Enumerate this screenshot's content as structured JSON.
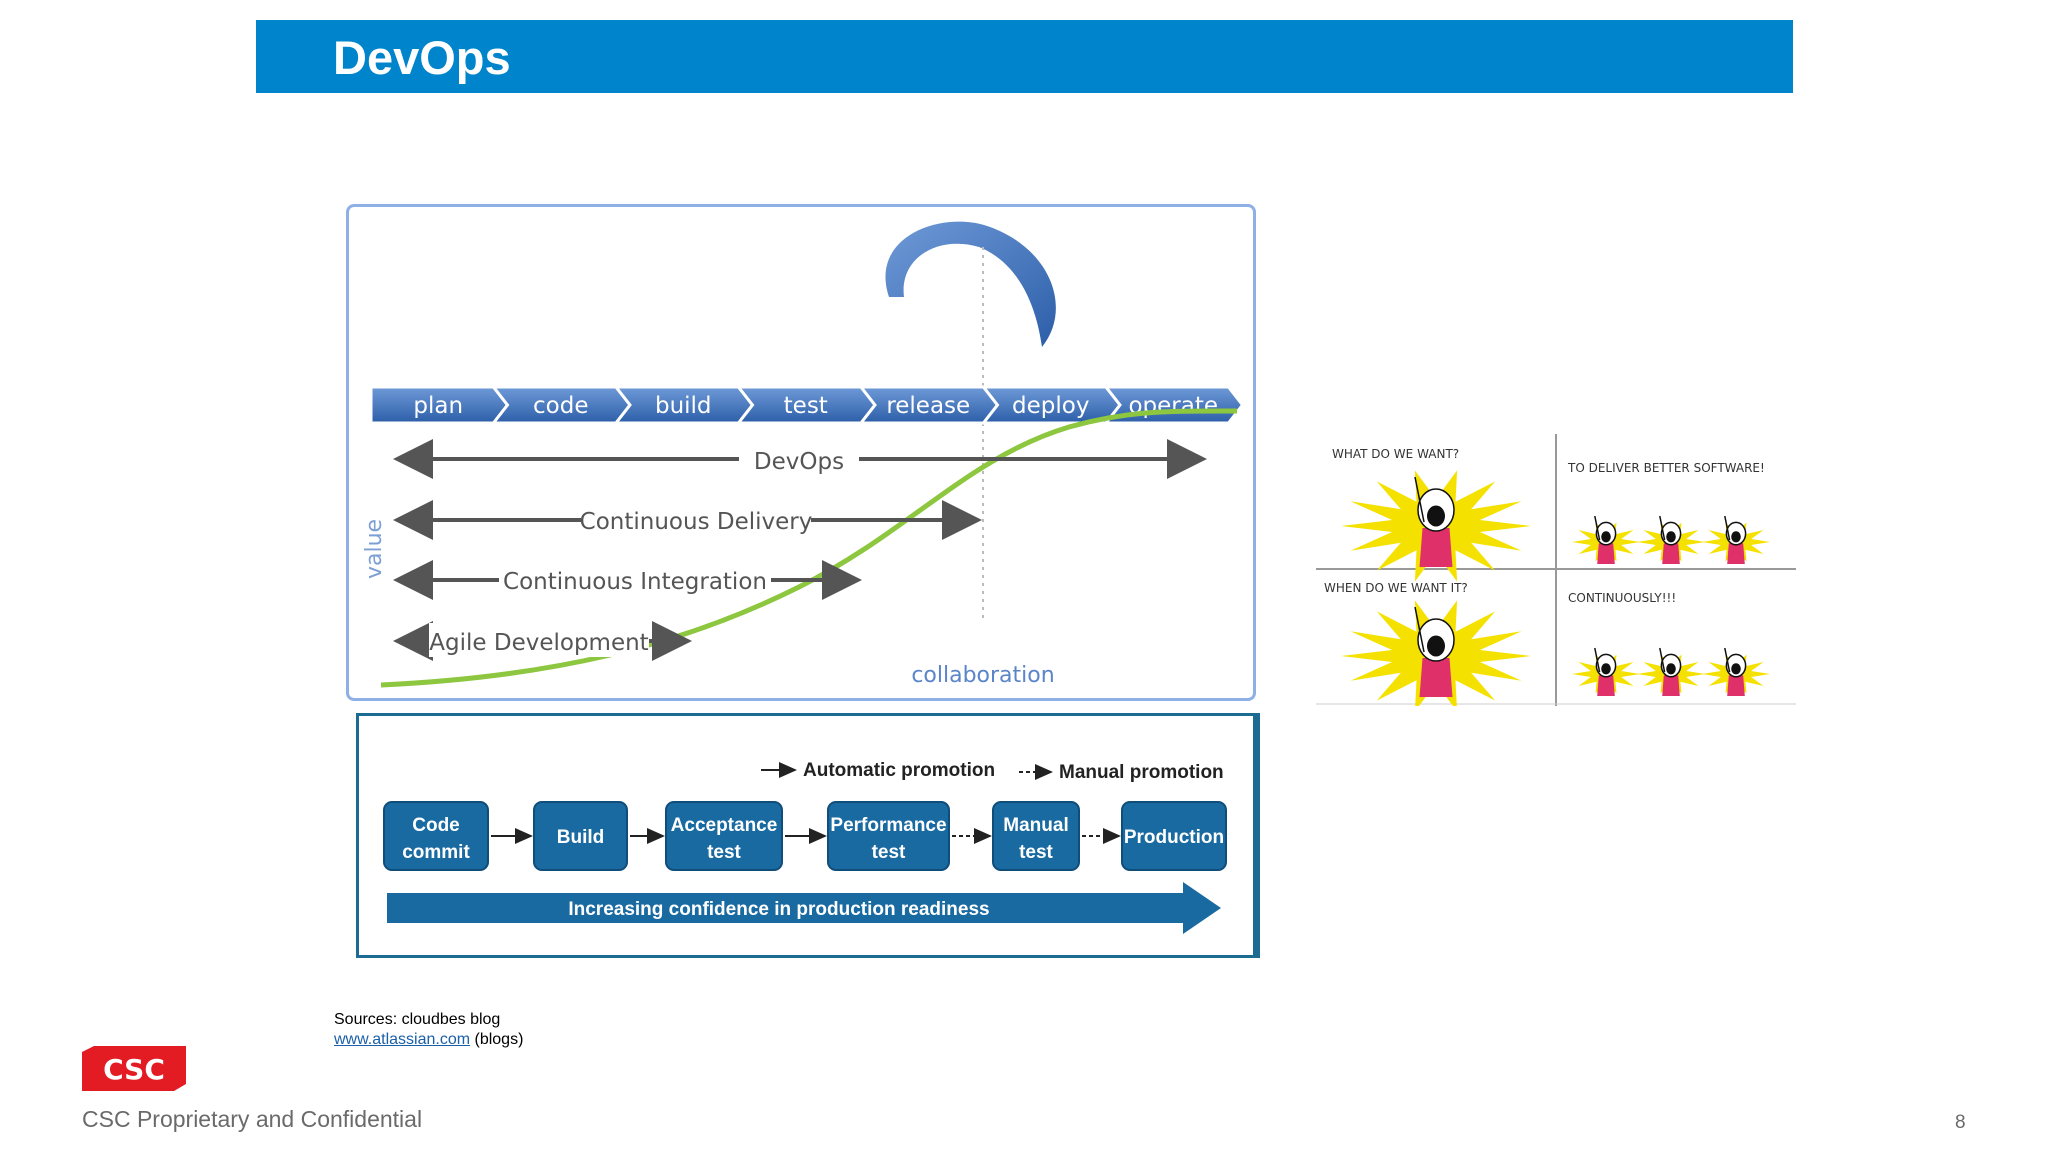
{
  "slide": {
    "title": "DevOps",
    "page_number": "8",
    "footer": "CSC Proprietary and Confidential",
    "logo_text": "CSC"
  },
  "lifecycle": {
    "stages": [
      "plan",
      "code",
      "build",
      "test",
      "release",
      "deploy",
      "operate"
    ],
    "spans": [
      "DevOps",
      "Continuous Delivery",
      "Continuous Integration",
      "Agile Development"
    ],
    "y_label": "value",
    "x_label": "collaboration",
    "colors": {
      "chevron": "#3c6fbd",
      "curve": "#8dc63f",
      "arrow": "#555555"
    }
  },
  "pipeline": {
    "legend_auto": "Automatic promotion",
    "legend_manual": "Manual promotion",
    "steps": [
      {
        "line1": "Code",
        "line2": "commit"
      },
      {
        "line1": "Build",
        "line2": ""
      },
      {
        "line1": "Acceptance",
        "line2": "test"
      },
      {
        "line1": "Performance",
        "line2": "test"
      },
      {
        "line1": "Manual",
        "line2": "test"
      },
      {
        "line1": "Production",
        "line2": ""
      }
    ],
    "banner": "Increasing confidence in production readiness",
    "colors": {
      "box": "#1a6aa2",
      "banner": "#1a6aa2"
    }
  },
  "meme": {
    "q1": "WHAT DO WE WANT?",
    "a1": "TO DELIVER BETTER SOFTWARE!",
    "q2": "WHEN DO WE WANT IT?",
    "a2": "CONTINUOUSLY!!!"
  },
  "sources": {
    "line1": "Sources: cloudbes blog",
    "link": "www.atlassian.com",
    "suffix": " (blogs)"
  }
}
